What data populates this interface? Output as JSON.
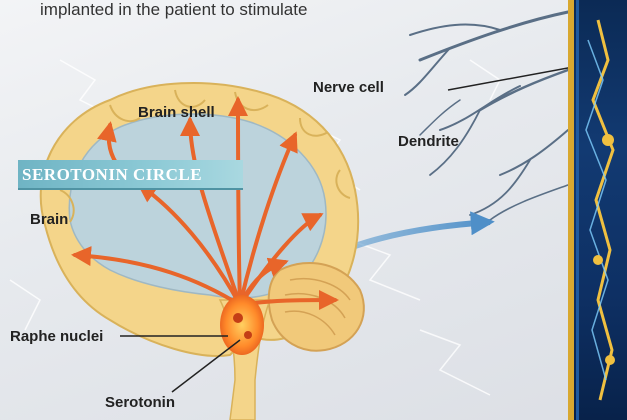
{
  "caption": "implanted in the patient to stimulate",
  "labels": {
    "nerve_cell": "Nerve cell",
    "brain_shell": "Brain shell",
    "dendrite": "Dendrite",
    "serotonin_circle": "SEROTONIN CIRCLE",
    "brain": "Brain",
    "raphe_nuclei": "Raphe nuclei",
    "serotonin": "Serotonin"
  },
  "colors": {
    "banner": "#7fc1cf",
    "arrows": "#e8652a",
    "brain_shell": "#f4d58a",
    "brain_inner": "#bcd3dc",
    "dendrite": "#5a6f86",
    "border": "#0e3064"
  }
}
